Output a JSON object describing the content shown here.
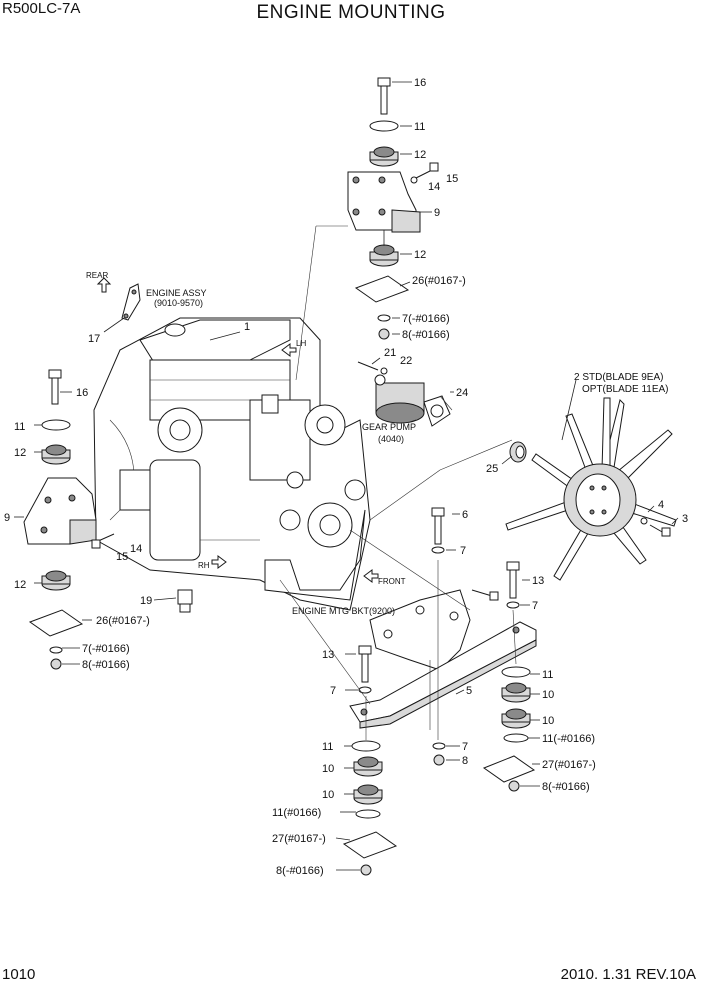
{
  "header": {
    "model": "R500LC-7A",
    "title": "ENGINE MOUNTING"
  },
  "footer": {
    "page": "1010",
    "revision": "2010. 1.31 REV.10A"
  },
  "labels": {
    "rear": "REAR",
    "lh": "LH",
    "rh": "RH",
    "front": "FRONT",
    "engine_assy_1": "ENGINE ASSY",
    "engine_assy_2": "(9010-9570)",
    "gear_pump_1": "GEAR PUMP",
    "gear_pump_2": "(4040)",
    "engine_mtg_bkt": "ENGINE MTG BKT(9200)",
    "fan_std": "2 STD(BLADE 9EA)",
    "fan_opt": "OPT(BLADE 11EA)"
  },
  "callouts": {
    "c1": "1",
    "c3": "3",
    "c4": "4",
    "c5": "5",
    "c6": "6",
    "c7": "7",
    "c8": "8",
    "c9": "9",
    "c10": "10",
    "c11": "11",
    "c12": "12",
    "c13": "13",
    "c14": "14",
    "c15": "15",
    "c16": "16",
    "c17": "17",
    "c19": "19",
    "c21": "21",
    "c22": "22",
    "c24": "24",
    "c25": "25",
    "c26_0167": "26(#0167-)",
    "c27_0167": "27(#0167-)",
    "c27_0167b": "27(#0167-)",
    "c7_0166": "7(-#0166)",
    "c8_0166": "8(-#0166)",
    "c11_0166": "11(#0166)",
    "c11_0166b": "11(-#0166)"
  }
}
